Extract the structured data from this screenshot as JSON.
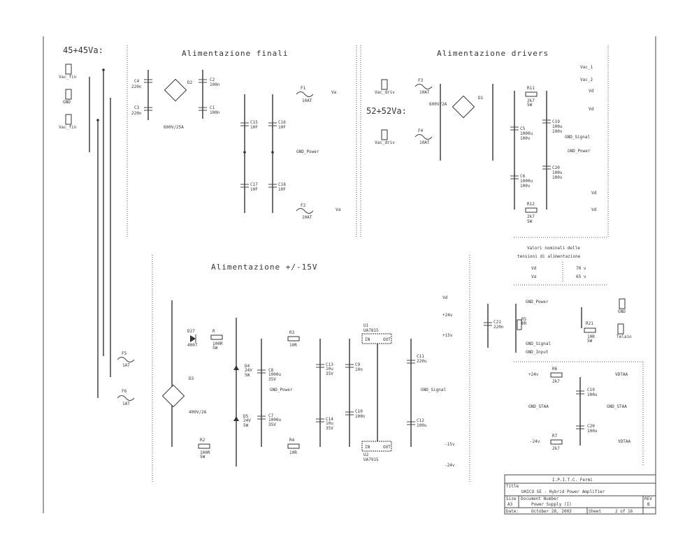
{
  "sections": {
    "finals": "Alimentazione finali",
    "drivers": "Alimentazione drivers",
    "pm15": "Alimentazione +/-15V"
  },
  "supplies": {
    "s45": "45+45Va:",
    "s52": "52+52Va:"
  },
  "voltage_table": {
    "header1": "Valori nominali delle",
    "header2": "tensioni di alimentazione",
    "rows": [
      {
        "name": "Vd",
        "value": "70 v"
      },
      {
        "name": "Va",
        "value": "65 v"
      }
    ]
  },
  "nets": {
    "va": "Va",
    "gnd_power": "GND_Power",
    "vd": "Vd",
    "vac1": "Vac_1",
    "vac2": "Vac_2",
    "gnd_signal": "GND_Signal",
    "gnd_input": "GND_Input",
    "p24": "+24v",
    "p15": "+15v",
    "m15": "-15v",
    "m24": "-24v",
    "vdtaa": "VDTAA",
    "gnd_staa": "GND_STAA"
  },
  "components": {
    "cn_vac": "Vac_fin",
    "cn_vac2": "Vac_driv",
    "cn_gnd": "GND",
    "cn_telaio": "Telaio",
    "d2": "D2",
    "d2_val": "600V/25A",
    "d1": "D1",
    "d1_val": "600V/2A",
    "d3": "D3",
    "d3_val": "400V/2A",
    "fuse": "10AT",
    "fuse1": "1AT",
    "u1": "U1",
    "u1_val": "UA7815",
    "u2": "U2",
    "u2_val": "UA7915",
    "c15": "C15",
    "cap_finals": "10F",
    "res_2k7": "2k7",
    "p5_val": "0R",
    "r100": "10R"
  },
  "titleblock": {
    "company": "I.P.I.T.C. Fermi",
    "title_label": "Title",
    "title": "UHICO SE - Hybrid Power Amplifier",
    "size_label": "Size",
    "size": "A3",
    "docnum_label": "Document Number",
    "docnum": "Power Supply (I)",
    "rev_label": "REV",
    "rev": "B",
    "date_label": "Date:",
    "date": "October 28, 2003",
    "sheet_label": "Sheet",
    "sheet": "2 of 16"
  }
}
